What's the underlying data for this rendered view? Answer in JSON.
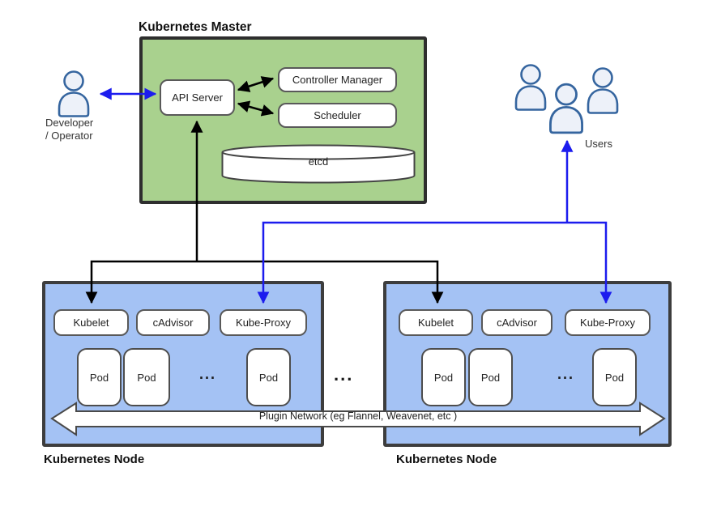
{
  "colors": {
    "master_fill": "#a9d18e",
    "master_border": "#2e2e2e",
    "node_fill": "#a4c2f4",
    "node_border": "#3d3d3d",
    "component_border": "#595959",
    "arrow_black": "#000000",
    "arrow_blue": "#1c1cee",
    "person_stroke": "#35659f",
    "person_fill": "#edf1f9",
    "plugin_arrow_fill": "#ffffff",
    "plugin_arrow_stroke": "#4a4a4a"
  },
  "master": {
    "title": "Kubernetes Master",
    "api_server": "API Server",
    "controller_manager": "Controller Manager",
    "scheduler": "Scheduler",
    "etcd": "etcd"
  },
  "actors": {
    "developer": "Developer\n/ Operator",
    "users": "Users"
  },
  "nodes": [
    {
      "label": "Kubernetes Node",
      "components": [
        "Kubelet",
        "cAdvisor",
        "Kube-Proxy"
      ],
      "pods": [
        "Pod",
        "Pod",
        "Pod"
      ],
      "ellipsis": "..."
    },
    {
      "label": "Kubernetes Node",
      "components": [
        "Kubelet",
        "cAdvisor",
        "Kube-Proxy"
      ],
      "pods": [
        "Pod",
        "Pod",
        "Pod"
      ],
      "ellipsis": "..."
    }
  ],
  "between_nodes_ellipsis": "...",
  "plugin_network": {
    "label": "Plugin Network (eg Flannel, Weavenet, etc )"
  }
}
